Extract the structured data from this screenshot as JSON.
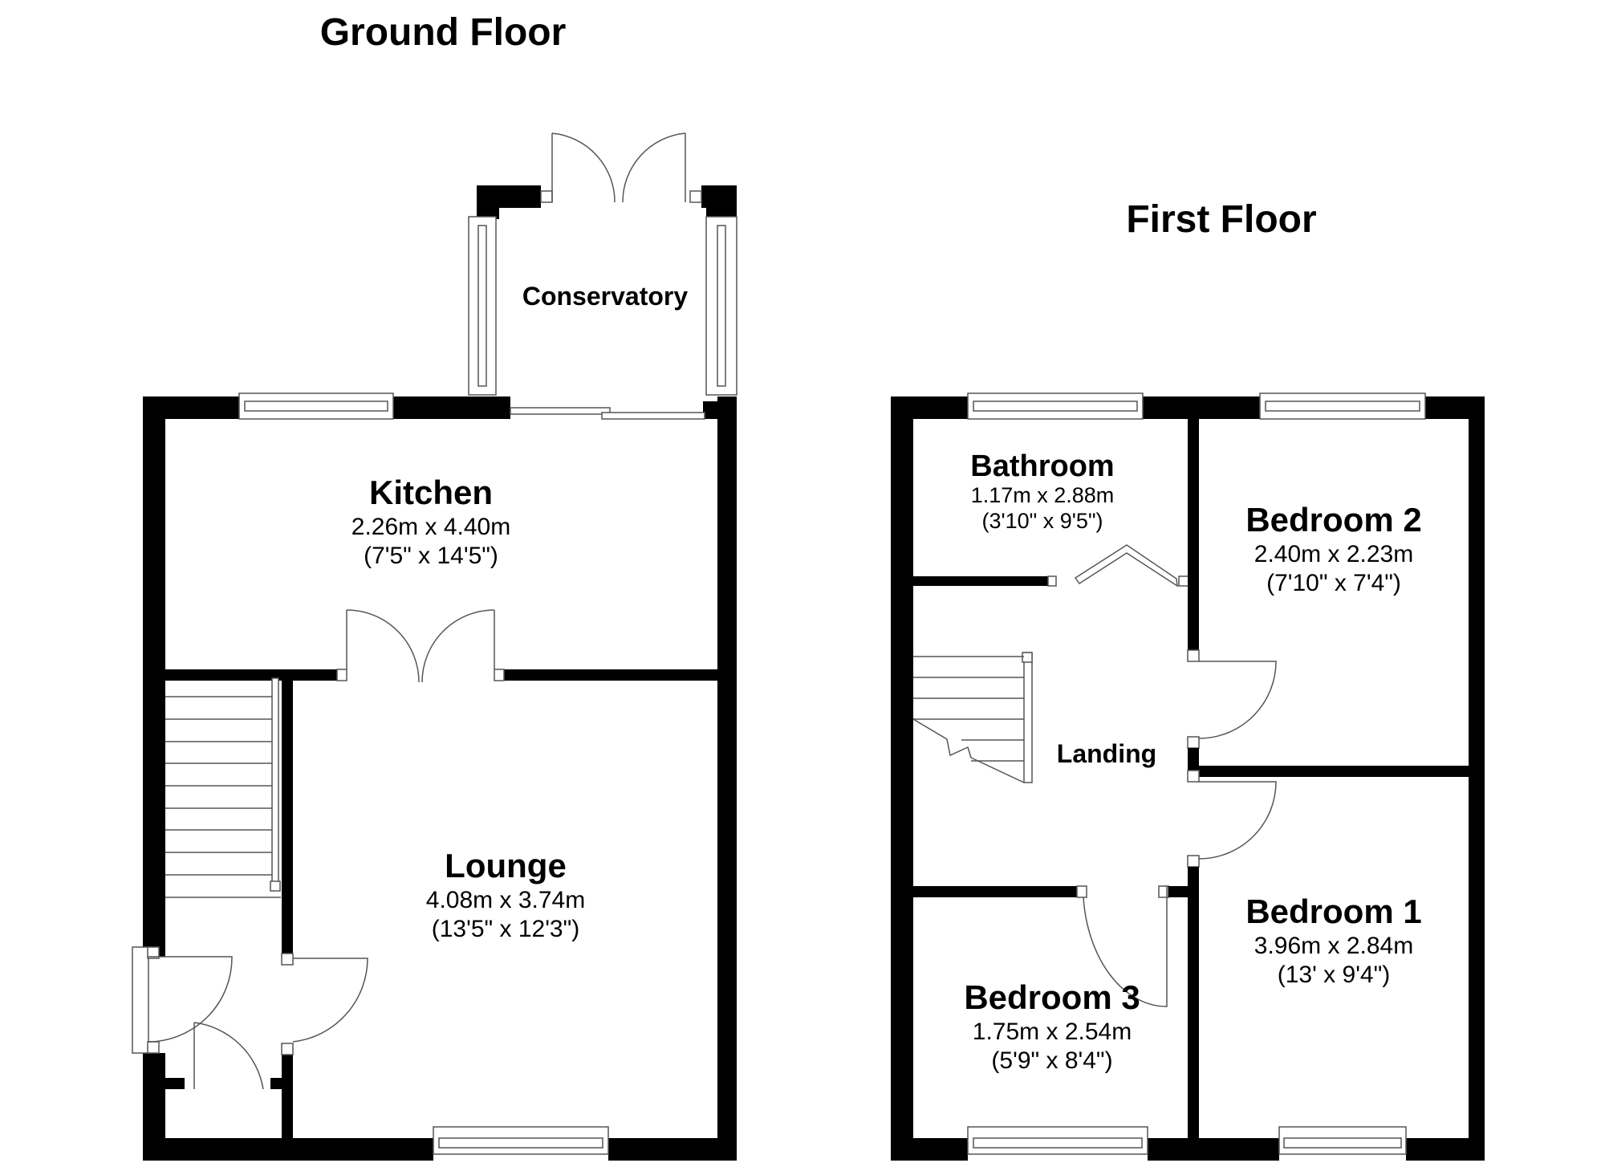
{
  "floors": [
    {
      "title": "Ground Floor",
      "rooms": [
        {
          "name": "Conservatory",
          "metric": "",
          "imperial": ""
        },
        {
          "name": "Kitchen",
          "metric": "2.26m x 4.40m",
          "imperial": "(7'5\" x 14'5\")"
        },
        {
          "name": "Lounge",
          "metric": "4.08m x 3.74m",
          "imperial": "(13'5\" x 12'3\")"
        }
      ]
    },
    {
      "title": "First Floor",
      "rooms": [
        {
          "name": "Bathroom",
          "metric": "1.17m x 2.88m",
          "imperial": "(3'10\" x 9'5\")"
        },
        {
          "name": "Bedroom 2",
          "metric": "2.40m x 2.23m",
          "imperial": "(7'10\" x 7'4\")"
        },
        {
          "name": "Landing",
          "metric": "",
          "imperial": ""
        },
        {
          "name": "Bedroom 1",
          "metric": "3.96m x 2.84m",
          "imperial": "(13' x 9'4\")"
        },
        {
          "name": "Bedroom 3",
          "metric": "1.75m x 2.54m",
          "imperial": "(5'9\" x 8'4\")"
        }
      ]
    }
  ],
  "colors": {
    "wall": "#000000",
    "fixture_line": "#555555",
    "background": "#ffffff"
  }
}
